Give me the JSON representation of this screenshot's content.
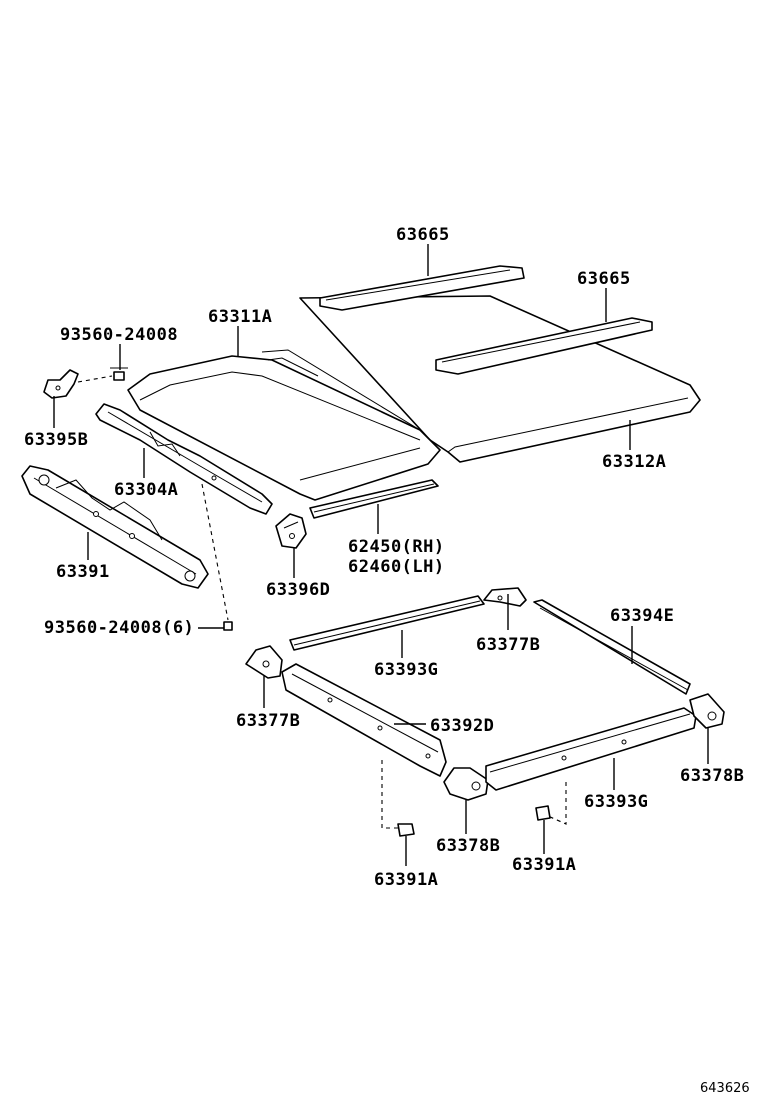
{
  "labels": {
    "p63665_a": "63665",
    "p63665_b": "63665",
    "p63311A": "63311A",
    "p93560_24008": "93560-24008",
    "p63395B": "63395B",
    "p63304A": "63304A",
    "p63312A": "63312A",
    "p62450": "62450(RH)",
    "p62460": "62460(LH)",
    "p63391": "63391",
    "p63396D": "63396D",
    "p93560_24008_6": "93560-24008(6)",
    "p63377B_a": "63377B",
    "p63394E": "63394E",
    "p63393G_a": "63393G",
    "p63377B_b": "63377B",
    "p63392D": "63392D",
    "p63378B_a": "63378B",
    "p63393G_b": "63393G",
    "p63378B_b": "63378B",
    "p63391A_a": "63391A",
    "p63391A_b": "63391A"
  },
  "reference_number": "643626",
  "colors": {
    "line": "#000000",
    "background": "#ffffff"
  }
}
